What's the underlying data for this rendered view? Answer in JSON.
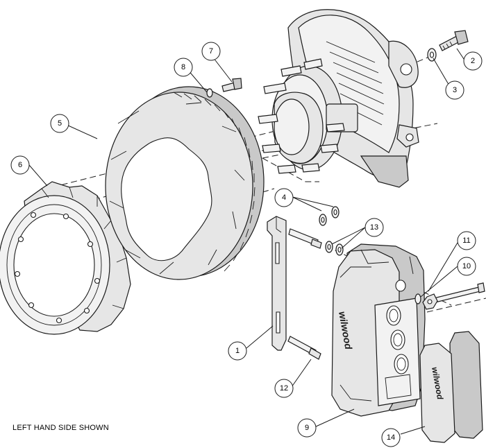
{
  "diagram": {
    "footer_note": "LEFT HAND SIDE SHOWN",
    "brand_marks": {
      "caliper": "wilwood",
      "pad": "wilwood"
    },
    "callouts": [
      "1",
      "2",
      "3",
      "4",
      "5",
      "6",
      "7",
      "8",
      "9",
      "10",
      "11",
      "12",
      "13",
      "14"
    ]
  }
}
